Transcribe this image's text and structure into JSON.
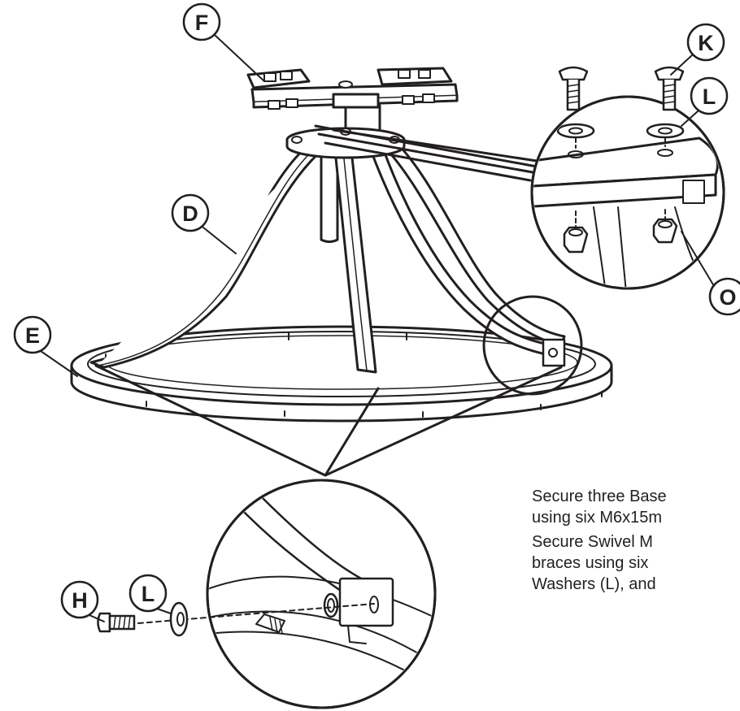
{
  "diagram": {
    "part_labels": {
      "F": "F",
      "K": "K",
      "L_top": "L",
      "D": "D",
      "O": "O",
      "E": "E",
      "H": "H",
      "L_bottom": "L"
    },
    "instructions": [
      {
        "lines": [
          "Secure three Base",
          "using six M6x15m"
        ]
      },
      {
        "lines": [
          "Secure Swivel M",
          "braces using six",
          "Washers (L), and"
        ]
      }
    ]
  }
}
